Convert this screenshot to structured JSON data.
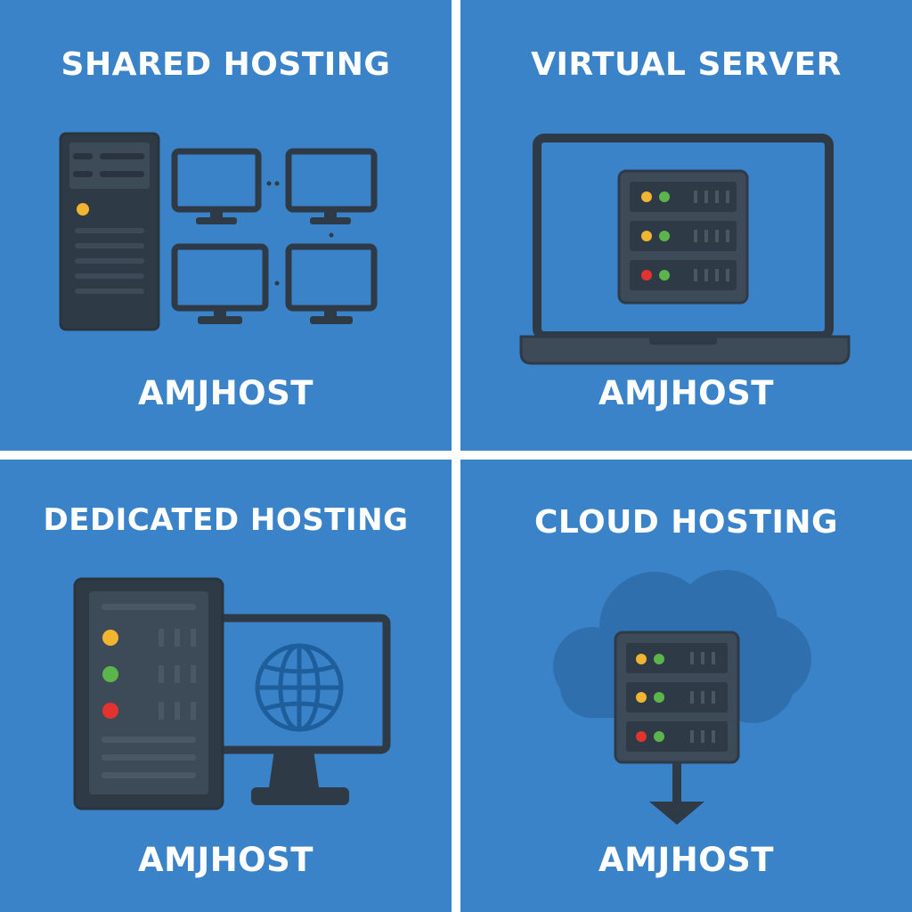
{
  "panels": [
    {
      "title": "SHARED HOSTING",
      "brand": "AMJHOST",
      "icon": "shared-hosting-icon"
    },
    {
      "title": "VIRTUAL SERVER",
      "brand": "AMJHOST",
      "icon": "virtual-server-icon"
    },
    {
      "title": "DEDICATED HOSTING",
      "brand": "AMJHOST",
      "icon": "dedicated-hosting-icon"
    },
    {
      "title": "CLOUD HOSTING",
      "brand": "AMJHOST",
      "icon": "cloud-hosting-icon"
    }
  ],
  "colors": {
    "panel_bg": "#3a83c8",
    "divider": "#ffffff",
    "device_dark": "#2e3a46",
    "device_mid": "#3d4a57",
    "led_yellow": "#f2b531",
    "led_green": "#5cb54a",
    "led_red": "#e2332f",
    "cloud": "#2f6fae",
    "globe": "#1f5e9c"
  }
}
